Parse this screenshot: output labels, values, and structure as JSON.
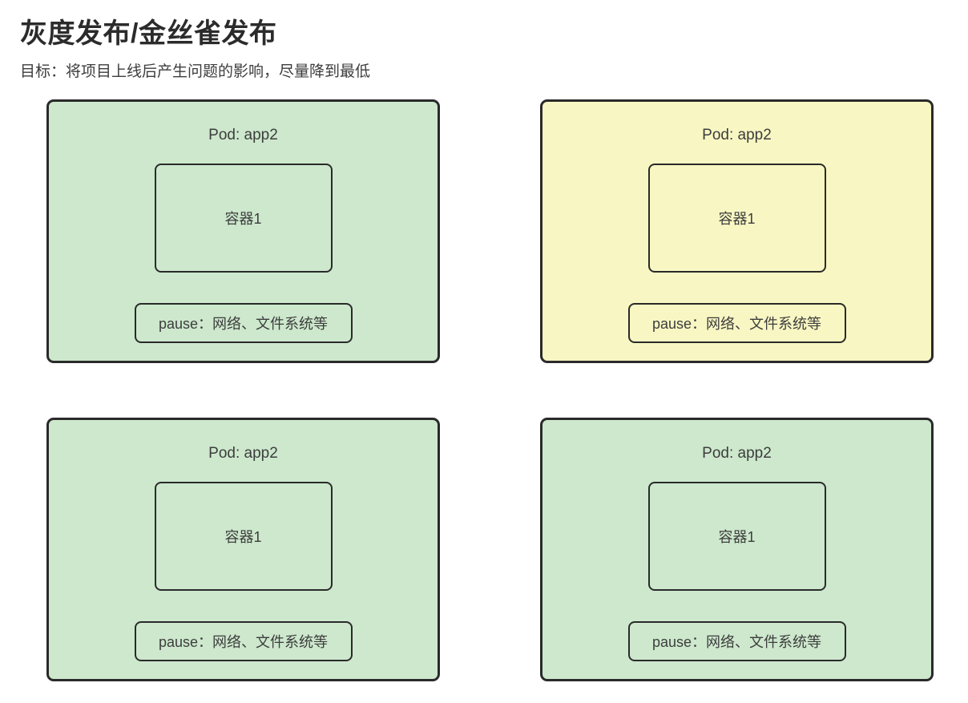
{
  "header": {
    "title": "灰度发布/金丝雀发布",
    "subtitle": "目标：将项目上线后产生问题的影响，尽量降到最低"
  },
  "colors": {
    "pod_green": "#cde8cd",
    "pod_yellow": "#f8f7c3",
    "border_dark": "#2a2a2a",
    "text_dark": "#3d3d3d",
    "title_dark": "#2b2b2b"
  },
  "pods": [
    {
      "position": "top-left",
      "variant": "green",
      "title": "Pod: app2",
      "container_label": "容器1",
      "pause_label": "pause：网络、文件系统等"
    },
    {
      "position": "top-right",
      "variant": "yellow",
      "title": "Pod: app2",
      "container_label": "容器1",
      "pause_label": "pause：网络、文件系统等"
    },
    {
      "position": "bottom-left",
      "variant": "green",
      "title": "Pod: app2",
      "container_label": "容器1",
      "pause_label": "pause：网络、文件系统等"
    },
    {
      "position": "bottom-right",
      "variant": "green",
      "title": "Pod: app2",
      "container_label": "容器1",
      "pause_label": "pause：网络、文件系统等"
    }
  ]
}
